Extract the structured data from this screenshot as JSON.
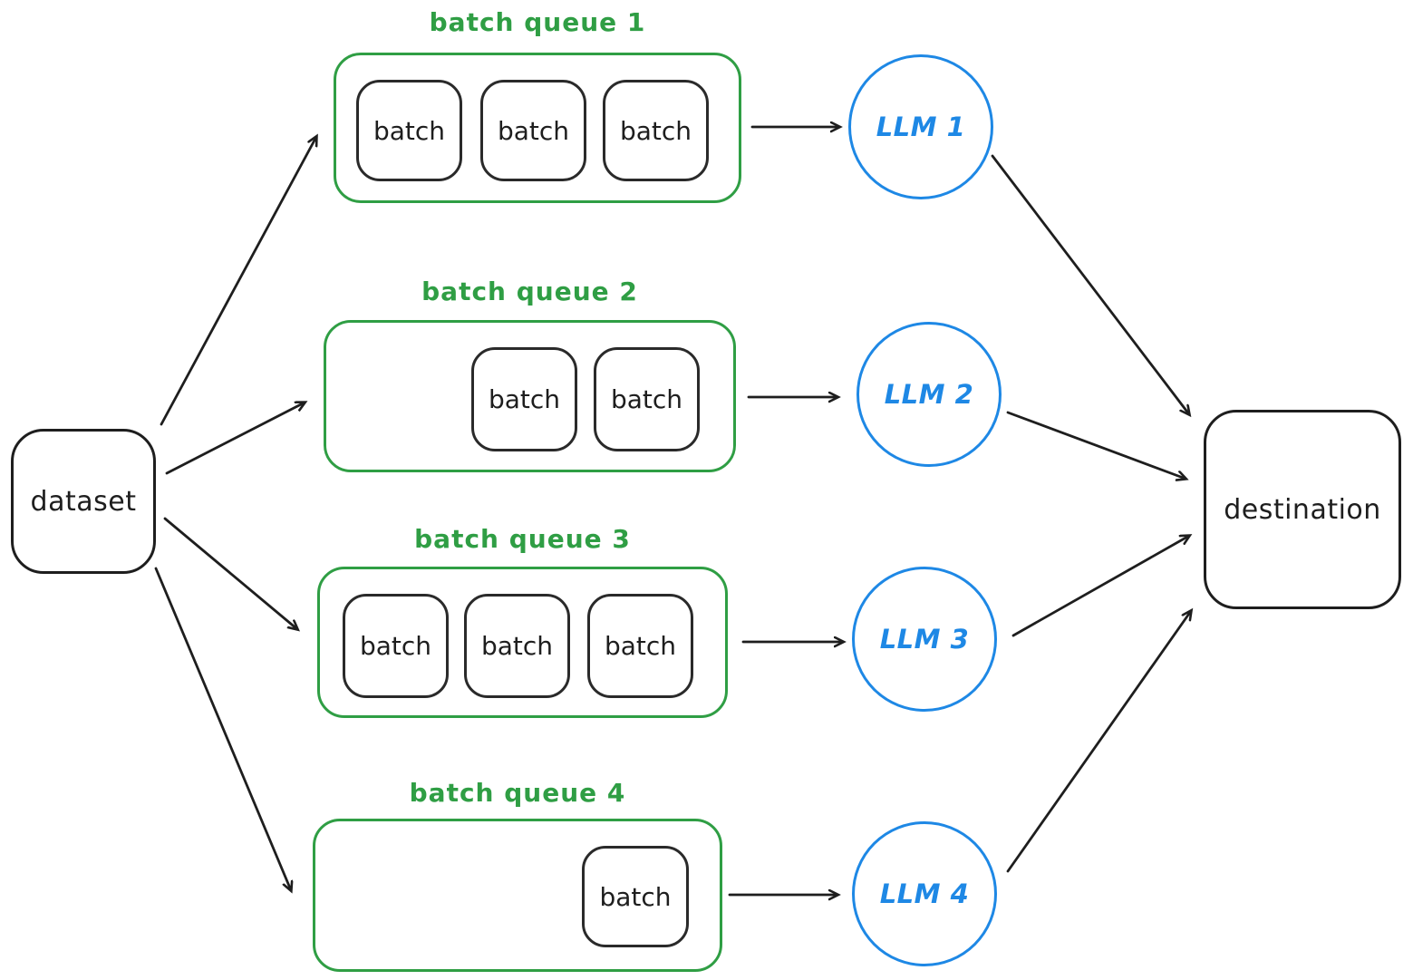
{
  "diagram": {
    "source": {
      "label": "dataset"
    },
    "destination": {
      "label": "destination"
    },
    "queues": [
      {
        "label": "batch queue 1",
        "batches": [
          "batch",
          "batch",
          "batch"
        ]
      },
      {
        "label": "batch queue 2",
        "batches": [
          "batch",
          "batch"
        ]
      },
      {
        "label": "batch queue 3",
        "batches": [
          "batch",
          "batch",
          "batch"
        ]
      },
      {
        "label": "batch queue 4",
        "batches": [
          "batch"
        ]
      }
    ],
    "llms": [
      {
        "label": "LLM 1"
      },
      {
        "label": "LLM 2"
      },
      {
        "label": "LLM 3"
      },
      {
        "label": "LLM 4"
      }
    ],
    "edges": [
      {
        "from": "dataset",
        "to": "batch queue 1"
      },
      {
        "from": "dataset",
        "to": "batch queue 2"
      },
      {
        "from": "dataset",
        "to": "batch queue 3"
      },
      {
        "from": "dataset",
        "to": "batch queue 4"
      },
      {
        "from": "batch queue 1",
        "to": "LLM 1"
      },
      {
        "from": "batch queue 2",
        "to": "LLM 2"
      },
      {
        "from": "batch queue 3",
        "to": "LLM 3"
      },
      {
        "from": "batch queue 4",
        "to": "LLM 4"
      },
      {
        "from": "LLM 1",
        "to": "destination"
      },
      {
        "from": "LLM 2",
        "to": "destination"
      },
      {
        "from": "LLM 3",
        "to": "destination"
      },
      {
        "from": "LLM 4",
        "to": "destination"
      }
    ],
    "colors": {
      "queue_green": "#2f9e44",
      "llm_blue": "#1e88e5",
      "stroke_dark": "#1e1e1e",
      "bg": "#ffffff"
    }
  }
}
